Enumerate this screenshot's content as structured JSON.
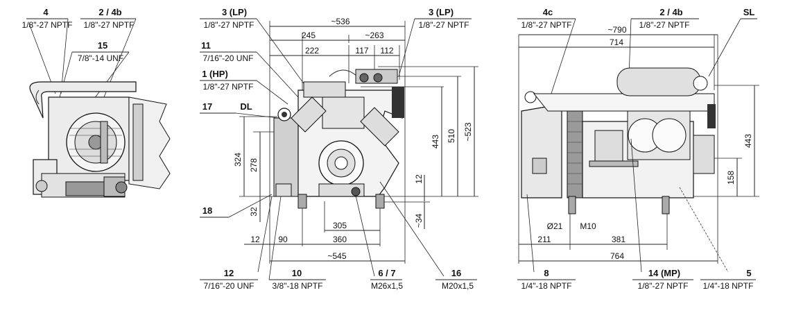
{
  "views": {
    "left": {
      "callouts": [
        {
          "id": "4",
          "spec": "1/8\"-27 NPTF"
        },
        {
          "id": "2 / 4b",
          "spec": "1/8\"-27 NPTF"
        },
        {
          "id": "15",
          "spec": "7/8\"-14 UNF"
        }
      ]
    },
    "middle": {
      "callouts_left": [
        {
          "id": "3 (LP)",
          "spec": "1/8\"-27 NPTF"
        },
        {
          "id": "11",
          "spec": "7/16\"-20 UNF"
        },
        {
          "id": "1 (HP)",
          "spec": "1/8\"-27 NPTF"
        },
        {
          "id": "17",
          "spec": ""
        },
        {
          "id": "DL",
          "spec": ""
        },
        {
          "id": "18",
          "spec": ""
        }
      ],
      "callout_right": {
        "id": "3 (LP)",
        "spec": "1/8\"-27 NPTF"
      },
      "bottom_callouts": [
        {
          "id": "12",
          "spec": "7/16\"-20 UNF"
        },
        {
          "id": "10",
          "spec": "3/8\"-18 NPTF"
        },
        {
          "id": "6 / 7",
          "spec": "M26x1,5"
        },
        {
          "id": "16",
          "spec": "M20x1,5"
        }
      ],
      "dims": {
        "overall_top": "~536",
        "top_left": "245",
        "top_right": "~263",
        "upper_222": "222",
        "upper_117": "117",
        "upper_112": "112",
        "h_443": "443",
        "h_510": "510",
        "h_523": "~523",
        "h_324": "324",
        "h_278": "278",
        "h_32": "32",
        "h_12": "12",
        "h_34": "~34",
        "w_305": "305",
        "w_12": "12",
        "w_90": "90",
        "w_360": "360",
        "w_545": "~545"
      }
    },
    "right": {
      "callouts_top": [
        {
          "id": "4c",
          "spec": "1/8\"-27 NPTF"
        },
        {
          "id": "2 / 4b",
          "spec": "1/8\"-27 NPTF"
        },
        {
          "id": "SL",
          "spec": ""
        }
      ],
      "bottom_callouts": [
        {
          "id": "8",
          "spec": "1/4\"-18 NPTF"
        },
        {
          "id": "14 (MP)",
          "spec": "1/8\"-27 NPTF"
        },
        {
          "id": "5",
          "spec": "1/4\"-18 NPTF"
        }
      ],
      "dims": {
        "overall_top": "~790",
        "top_714": "714",
        "h_443": "443",
        "h_158": "158",
        "d_21": "Ø21",
        "m_10": "M10",
        "w_211": "211",
        "w_381": "381",
        "w_764": "764"
      }
    }
  }
}
